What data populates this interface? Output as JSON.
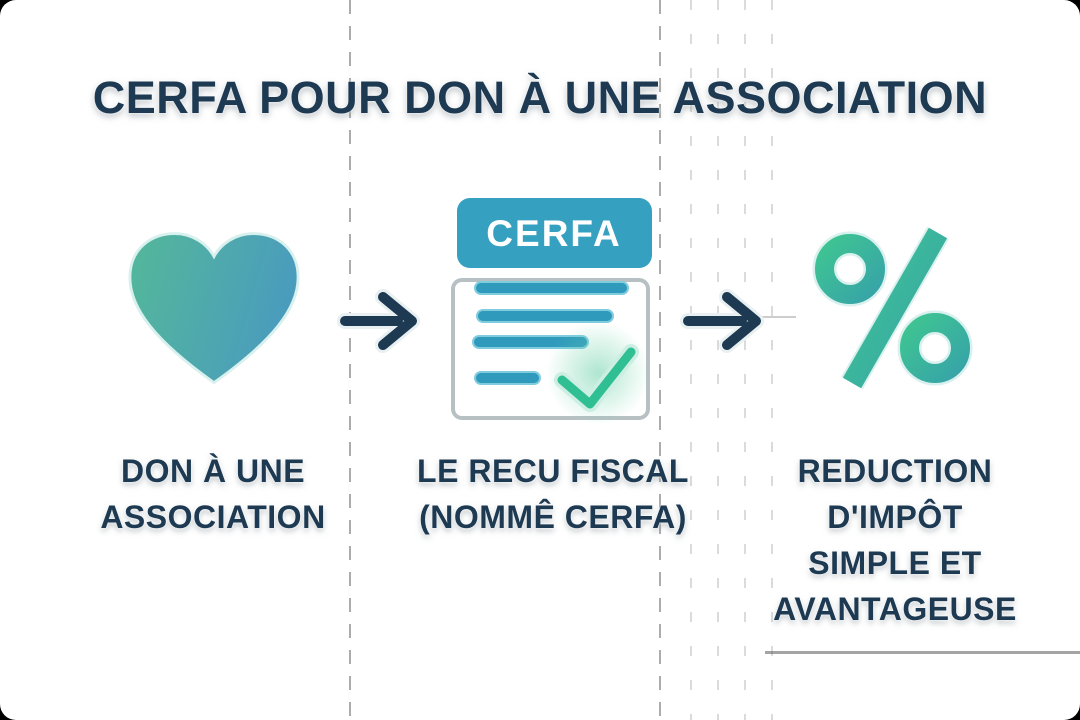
{
  "title": "CERFA POUR DON À UNE ASSOCIATION",
  "steps": [
    {
      "icon": "heart-icon",
      "label_lines": [
        "DON À UNE",
        "ASSOCIATION"
      ]
    },
    {
      "icon": "cerfa-receipt-icon",
      "badge": "CERFA",
      "label_lines": [
        "LE RECU FISCAL",
        "(NOMMÊ CERFA)"
      ]
    },
    {
      "icon": "percent-icon",
      "label_lines": [
        "REDUCTION",
        "D'IMPÔT",
        "SIMPLE ET",
        "AVANTAGEUSE"
      ]
    }
  ],
  "connector_icon": "arrow-right-icon",
  "colors": {
    "navy": "#1d3a52",
    "teal": "#35a0bf",
    "bar-fill": "#2f9abc",
    "bar-stroke": "#7fccdf",
    "doc-outline": "#b7c1c4",
    "heart-a": "#54b899",
    "heart-b": "#4a9cbd",
    "pct-a": "#3fc492",
    "pct-b": "#37a4a8",
    "check": "#2fbf92",
    "check-glow": "#6ed2aa",
    "icon-outline": "#d9f1ee",
    "faint-line": "#5a5a5a"
  }
}
